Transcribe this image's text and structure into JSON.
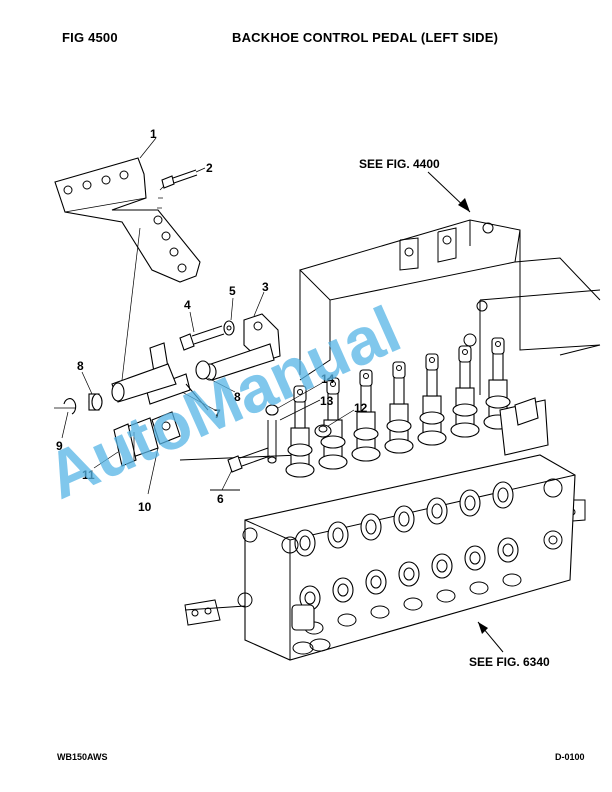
{
  "header": {
    "fig_label": "FIG    4500",
    "title": "BACKHOE CONTROL PEDAL (LEFT SIDE)"
  },
  "footer": {
    "model": "WB150AWS",
    "page_code": "D-0100"
  },
  "references": {
    "top": "SEE FIG. 4400",
    "bottom": "SEE FIG. 6340"
  },
  "callouts": [
    "1",
    "2",
    "3",
    "4",
    "5",
    "6",
    "7",
    "8",
    "8",
    "9",
    "10",
    "11",
    "12",
    "13",
    "14"
  ],
  "watermark": "AutoManual"
}
